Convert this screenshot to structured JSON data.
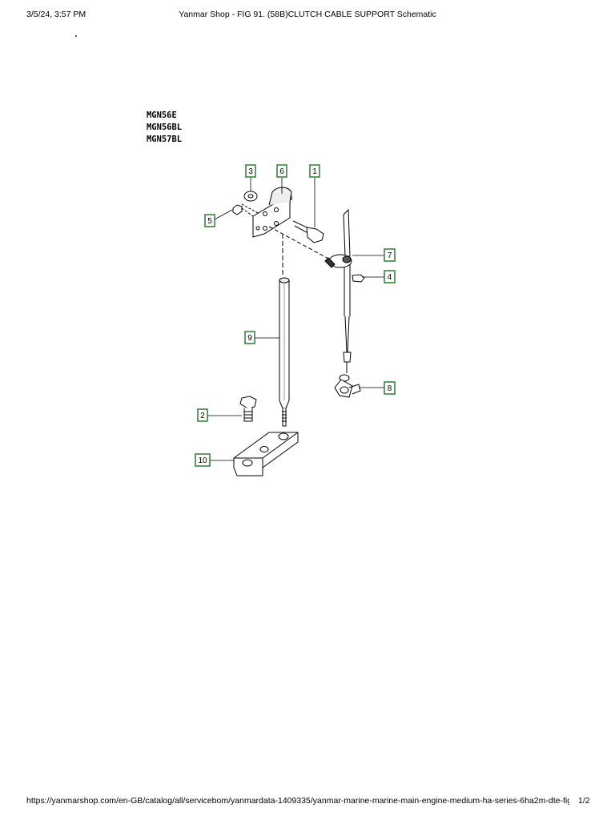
{
  "header": {
    "date": "3/5/24, 3:57 PM",
    "title": "Yanmar Shop - FIG 91. (58B)CLUTCH CABLE SUPPORT Schematic"
  },
  "footer": {
    "url": "https://yanmarshop.com/en-GB/catalog/all/servicebom/yanmardata-1409335/yanmar-marine-marine-main-engine-medium-ha-series-6ha2m-dte-fig-91…",
    "page": "1/2"
  },
  "diagram": {
    "models": [
      "MGN56E",
      "MGN56BL",
      "MGN57BL"
    ],
    "callouts": [
      "1",
      "2",
      "3",
      "4",
      "5",
      "6",
      "7",
      "8",
      "9",
      "10"
    ],
    "callout_color": "#2e7d32"
  }
}
